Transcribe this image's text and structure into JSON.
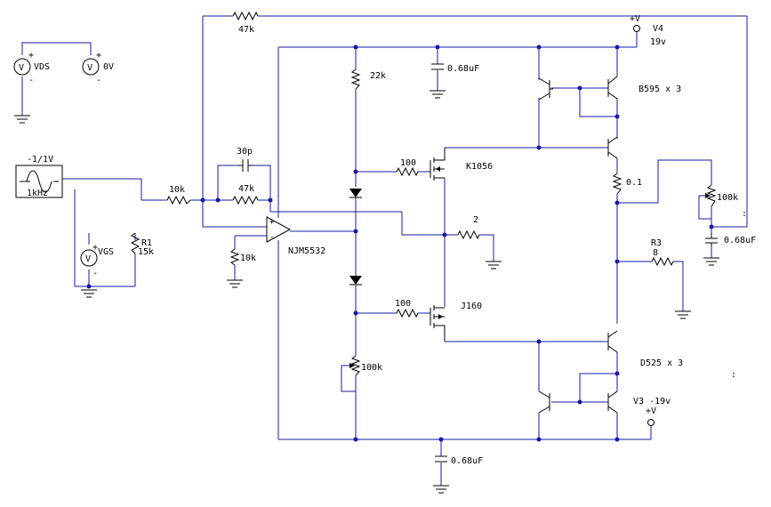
{
  "labels": {
    "vds": "VDS",
    "zero_v": "0V",
    "vgs": "VGS",
    "source_amp": "-1/1V",
    "source_freq": "1kHz",
    "r_in": "10k",
    "r1_name": "R1",
    "r1_value": "15k",
    "r_fb_top": "47k",
    "c_fb": "30p",
    "r_fb": "47k",
    "r_gnd": "10k",
    "opamp": "NJM5532",
    "r_bias": "22k",
    "c_top": "0.68uF",
    "c_bottom": "0.68uF",
    "c_right": "0.68uF",
    "r_gate_top": "100",
    "r_gate_bottom": "100",
    "fet_top": "K1056",
    "fet_bottom": "J160",
    "r_out": "2",
    "r_emitter": "0.1",
    "pot_right": "100k",
    "pot_bottom": "100k",
    "r3_name": "R3",
    "r3_value": "8",
    "v4_name": "V4",
    "v4_value": "19v",
    "v3_label": "V3 -19v",
    "vplus_top": "+V",
    "vplus_bottom": "+V",
    "b595": "B595  x 3",
    "d525": "D525  x 3",
    "colon": ":",
    "plus": "+",
    "minus": "-",
    "meter_v": "V"
  },
  "colors": {
    "wire": "#1818a8",
    "component": "#000000",
    "background": "#ffffff"
  }
}
